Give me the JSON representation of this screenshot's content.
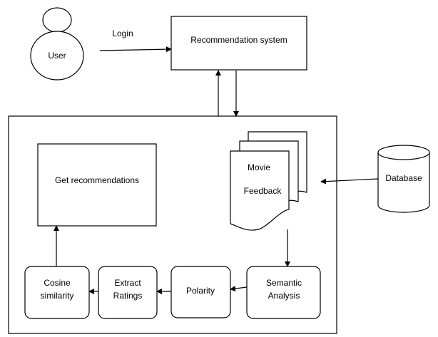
{
  "diagram": {
    "nodes": {
      "user": "User",
      "recommendation_system": "Recommendation system",
      "get_recommendations": "Get recommendations",
      "movie_line1": "Movie",
      "movie_line2": "Feedback",
      "database": "Database",
      "semantic_line1": "Semantic",
      "semantic_line2": "Analysis",
      "polarity": "Polarity",
      "extract_line1": "Extract",
      "extract_line2": "Ratings",
      "cosine_line1": "Cosine",
      "cosine_line2": "similarity"
    },
    "edges": {
      "login": "Login"
    },
    "colors": {
      "stroke": "#000000",
      "fill": "#ffffff"
    }
  }
}
